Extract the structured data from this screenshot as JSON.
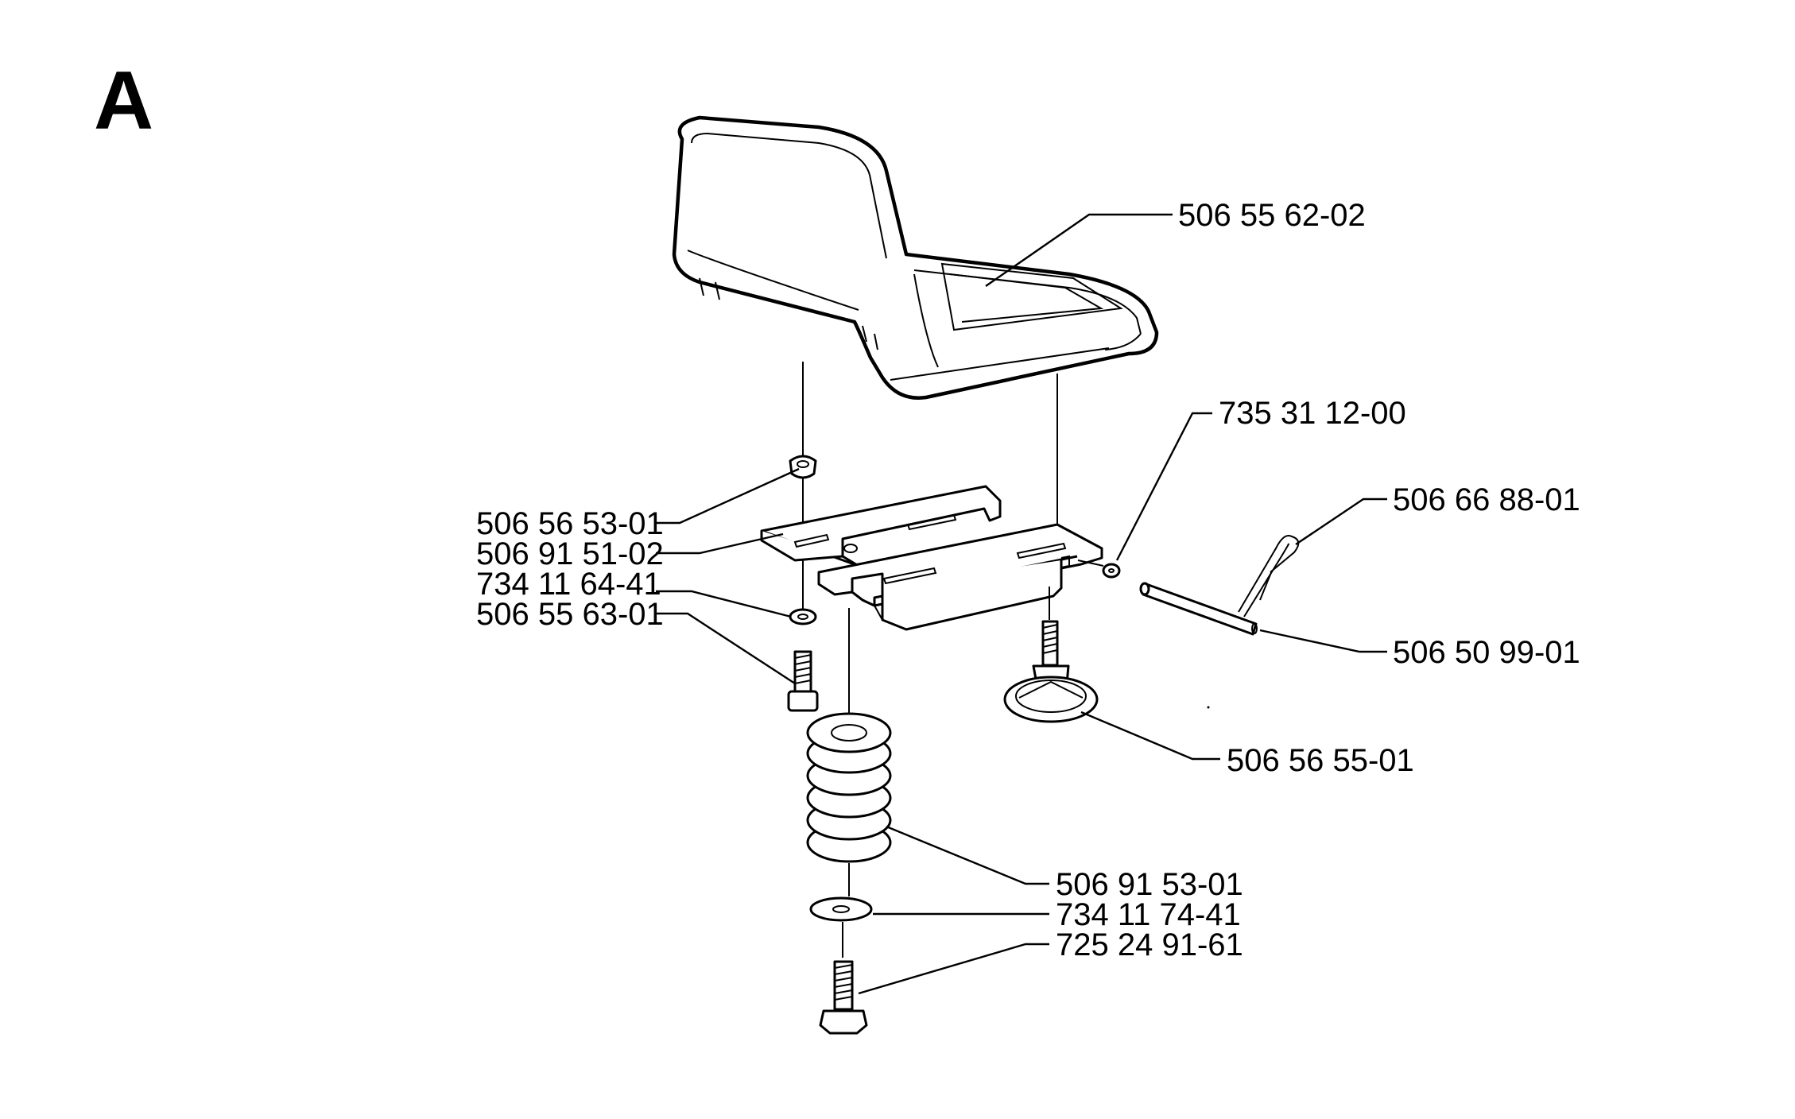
{
  "diagram": {
    "section_letter": "A",
    "part_numbers": {
      "seat": "506 55 62-02",
      "clip_735": "735 31 12-00",
      "hairpin": "506 66 88-01",
      "nut_53": "506 56 53-01",
      "bracket": "506 91 51-02",
      "washer_small": "734 11 64-41",
      "screw_small": "506 55 63-01",
      "pin": "506 50 99-01",
      "knob": "506 56 55-01",
      "spring": "506 91 53-01",
      "washer_large": "734 11 74-41",
      "bolt": "725 24 91-61"
    }
  }
}
